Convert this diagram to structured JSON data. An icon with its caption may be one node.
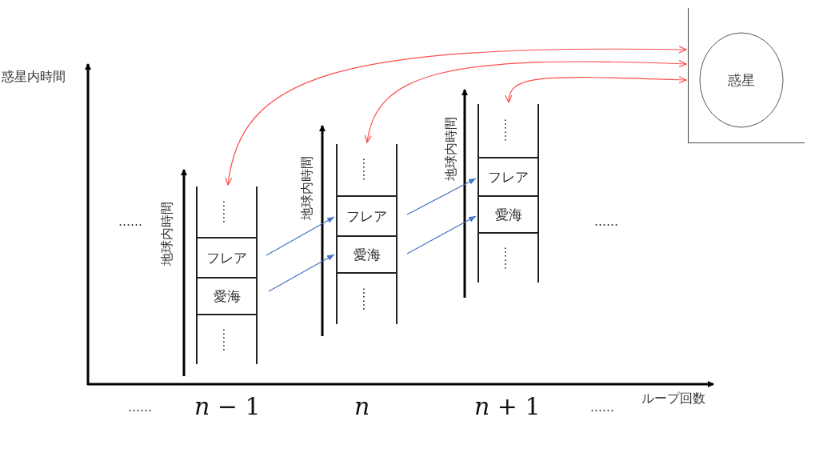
{
  "diagram": {
    "nodes": [
      {
        "text": [],
        "shape": "box"
      },
      {
        "text": [
          "惑星"
        ],
        "in": 0
      },
      {
        "text": [
          "……"
        ]
      },
      {
        "text": [
          "フレア"
        ]
      },
      {
        "text": [
          "愛海"
        ]
      },
      {
        "text": [
          "……"
        ]
      },
      {
        "text": [
          "……"
        ]
      },
      {
        "text": [
          "フレア"
        ]
      },
      {
        "text": [
          "愛海"
        ]
      },
      {
        "text": [
          "……"
        ]
      },
      {
        "text": [
          "……"
        ]
      },
      {
        "text": [
          "フレア"
        ]
      },
      {
        "text": [
          "愛海"
        ]
      },
      {
        "text": [
          "……"
        ]
      }
    ],
    "edges": [
      {
        "from": 0,
        "to": 2,
        "arrow": "both",
        "color": "#ff4d4d"
      },
      {
        "from": 0,
        "to": 6,
        "arrow": "both",
        "color": "#ff4d4d"
      },
      {
        "from": 0,
        "to": 10,
        "arrow": "both",
        "color": "#ff4d4d"
      },
      {
        "from": 3,
        "to": 7,
        "arrow": "to"
      },
      {
        "from": 4,
        "to": 8,
        "arrow": "to"
      },
      {
        "from": 7,
        "to": 11,
        "arrow": "to"
      },
      {
        "from": 8,
        "to": 12,
        "arrow": "to"
      }
    ],
    "labels": [
      "惑星内時間",
      "地球内時間",
      "地球内時間",
      "地球内時間",
      "……",
      "……",
      "……",
      "*n* − 1",
      "*n*",
      "*n* + 1",
      "……",
      "ループ回数"
    ]
  }
}
